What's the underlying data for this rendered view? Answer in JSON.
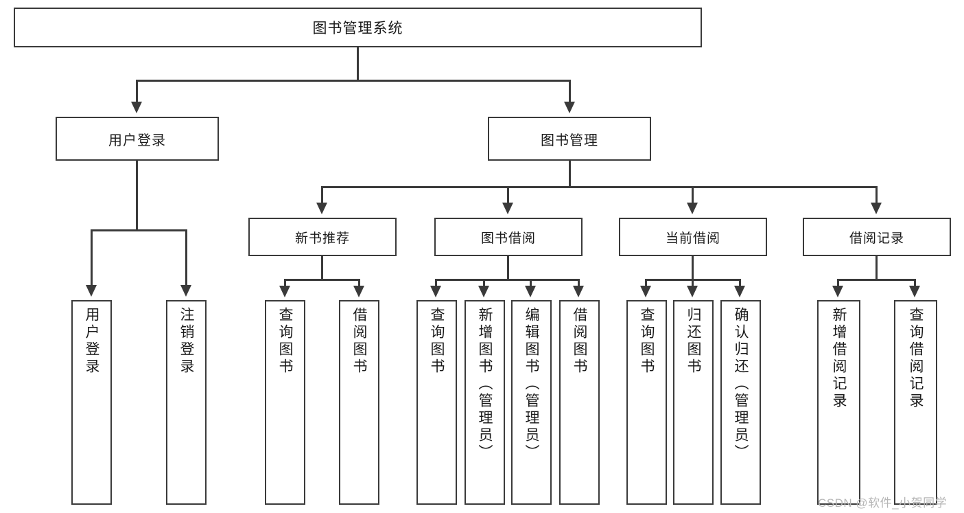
{
  "diagram": {
    "type": "tree",
    "title": "图书管理系统",
    "orientation": "top-down",
    "colors": {
      "stroke": "#3a3a3a",
      "fill": "#ffffff",
      "text": "#1b1b1b",
      "watermark": "#b6b6b6"
    }
  },
  "root": {
    "label": "图书管理系统"
  },
  "level2": [
    {
      "label": "用户登录"
    },
    {
      "label": "图书管理"
    }
  ],
  "level3": [
    {
      "label": "新书推荐"
    },
    {
      "label": "图书借阅"
    },
    {
      "label": "当前借阅"
    },
    {
      "label": "借阅记录"
    }
  ],
  "leaves": {
    "user_login": [
      {
        "label": "用户登录"
      },
      {
        "label": "注销登录"
      }
    ],
    "new_book_recommend": [
      {
        "label": "查询图书"
      },
      {
        "label": "借阅图书"
      }
    ],
    "book_borrow": [
      {
        "label": "查询图书"
      },
      {
        "label": "新增图书（管理员）"
      },
      {
        "label": "编辑图书（管理员）"
      },
      {
        "label": "借阅图书"
      }
    ],
    "current_borrow": [
      {
        "label": "查询图书"
      },
      {
        "label": "归还图书"
      },
      {
        "label": "确认归还（管理员）"
      }
    ],
    "borrow_record": [
      {
        "label": "新增借阅记录"
      },
      {
        "label": "查询借阅记录"
      }
    ]
  },
  "watermark": {
    "text": "CSDN @软件_小贺同学"
  }
}
